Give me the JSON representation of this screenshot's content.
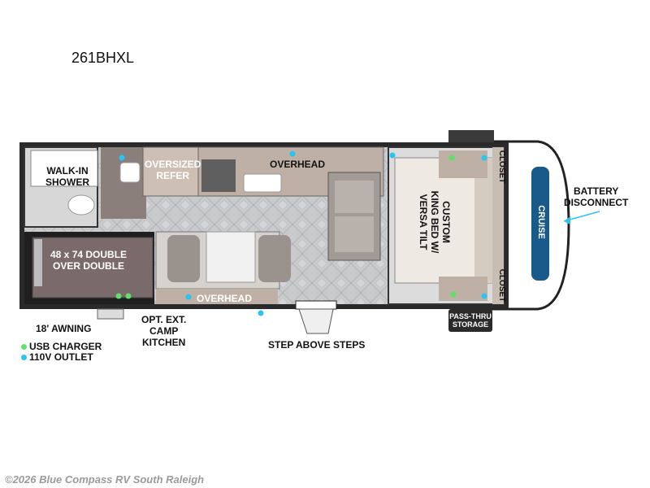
{
  "model": "261BHXL",
  "labels": {
    "walk_in_shower": "WALK-IN\nSHOWER",
    "oversized_refer": "OVERSIZED\nREFER",
    "overhead_top": "OVERHEAD",
    "overhead_bottom": "OVERHEAD",
    "bunk": "48 x 74 DOUBLE\nOVER DOUBLE",
    "king_bed": "CUSTOM\nKING BED W/\nVERSA TILT",
    "closet_top": "CLOSET",
    "closet_bottom": "CLOSET",
    "battery": "BATTERY\nDISCONNECT",
    "pass_thru": "PASS-THRU\nSTORAGE",
    "awning": "18' AWNING",
    "camp_kitchen": "OPT. EXT.\nCAMP\nKITCHEN",
    "step": "STEP ABOVE STEPS",
    "brand_badge": "CRUISE"
  },
  "legend": {
    "usb": {
      "label": "USB CHARGER",
      "color": "#5ee06a"
    },
    "outlet": {
      "label": "110V OUTLET",
      "color": "#29c4ef"
    }
  },
  "footer": "©2026 Blue Compass RV South Raleigh"
}
